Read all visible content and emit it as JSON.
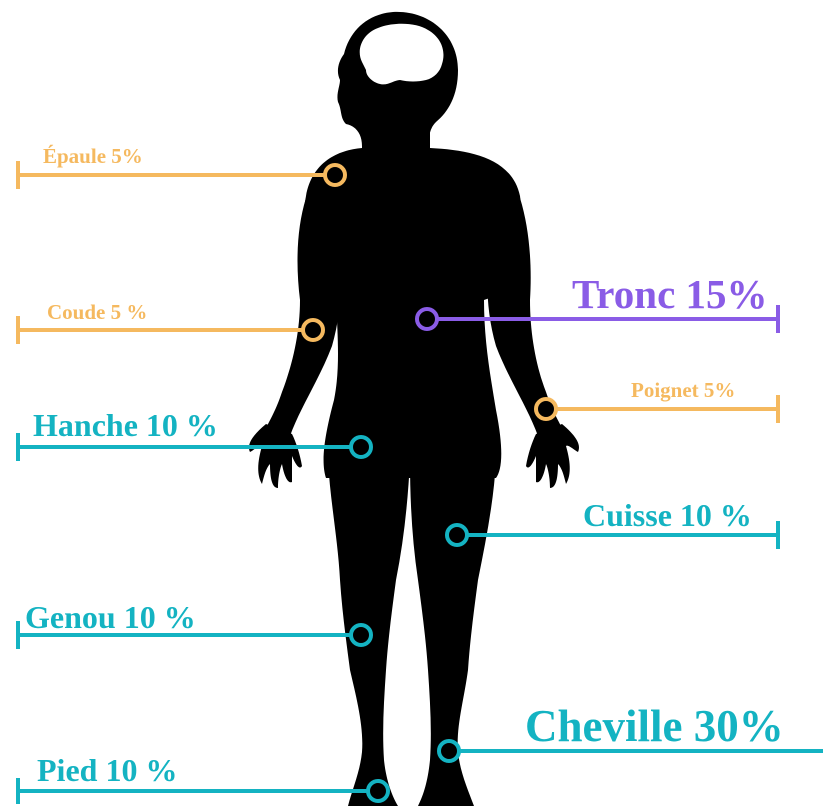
{
  "colors": {
    "silhouette": "#000000",
    "brain": "#ffffff",
    "orange": "#F5B95F",
    "teal": "#14B3C2",
    "purple": "#8A5CE6"
  },
  "labels": {
    "epaule": "Épaule 5%",
    "coude": "Coude 5 %",
    "tronc": "Tronc 15%",
    "poignet": "Poignet 5%",
    "hanche": "Hanche 10 %",
    "cuisse": "Cuisse 10 %",
    "genou": "Genou 10 %",
    "cheville": "Cheville 30%",
    "pied": "Pied 10 %"
  }
}
